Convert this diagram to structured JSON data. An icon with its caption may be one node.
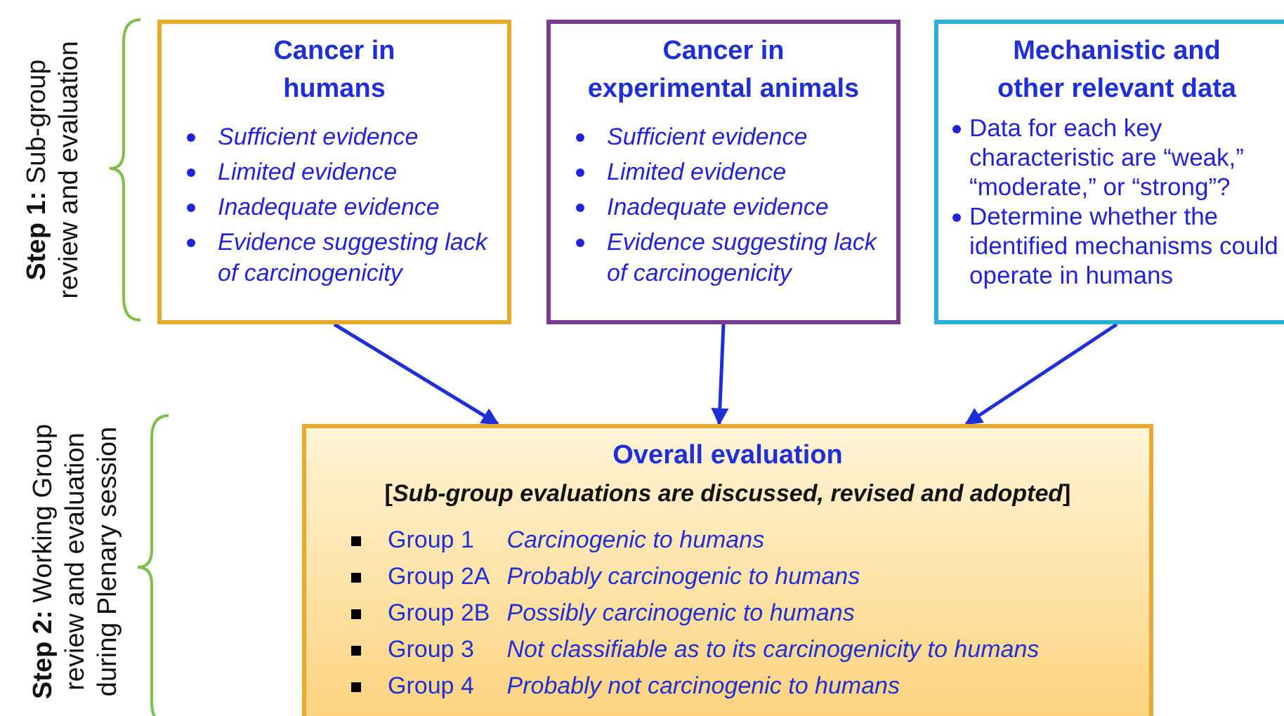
{
  "diagram": {
    "nodes": [
      {
        "text": [
          "Cancer in humans",
          "Sufficient evidence",
          "Limited evidence",
          "Inadequate evidence",
          "Evidence suggesting lack of carcinogenicity"
        ]
      },
      {
        "text": [
          "Cancer in experimental animals",
          "Sufficient evidence",
          "Limited evidence",
          "Inadequate evidence",
          "Evidence suggesting lack of carcinogenicity"
        ]
      },
      {
        "text": [
          "Mechanistic and other relevant data",
          "Data for each key characteristic are “weak,” “moderate,” or “strong”?",
          "Determine whether the identified mechanisms could operate in humans"
        ]
      },
      {
        "text": [
          "Overall evaluation",
          "[*Sub-group evaluations are discussed, revised and adopted*]",
          "Group 1",
          "Carcinogenic to humans",
          "Group 2A",
          "Probably carcinogenic to humans",
          "Group 2B",
          "Possibly carcinogenic to humans",
          "Group 3",
          "Not classifiable as to its carcinogenicity to humans",
          "Group 4",
          "Probably not carcinogenic to humans"
        ]
      }
    ],
    "edges": [
      {
        "from": 0,
        "to": 3,
        "arrow": "to"
      },
      {
        "from": 1,
        "to": 3,
        "arrow": "to"
      },
      {
        "from": 2,
        "to": 3,
        "arrow": "to"
      }
    ],
    "labels": [
      "**Step 1:** Sub-group review and evaluation",
      "**Step 2:** Working Group review and evaluation during Plenary session"
    ]
  }
}
